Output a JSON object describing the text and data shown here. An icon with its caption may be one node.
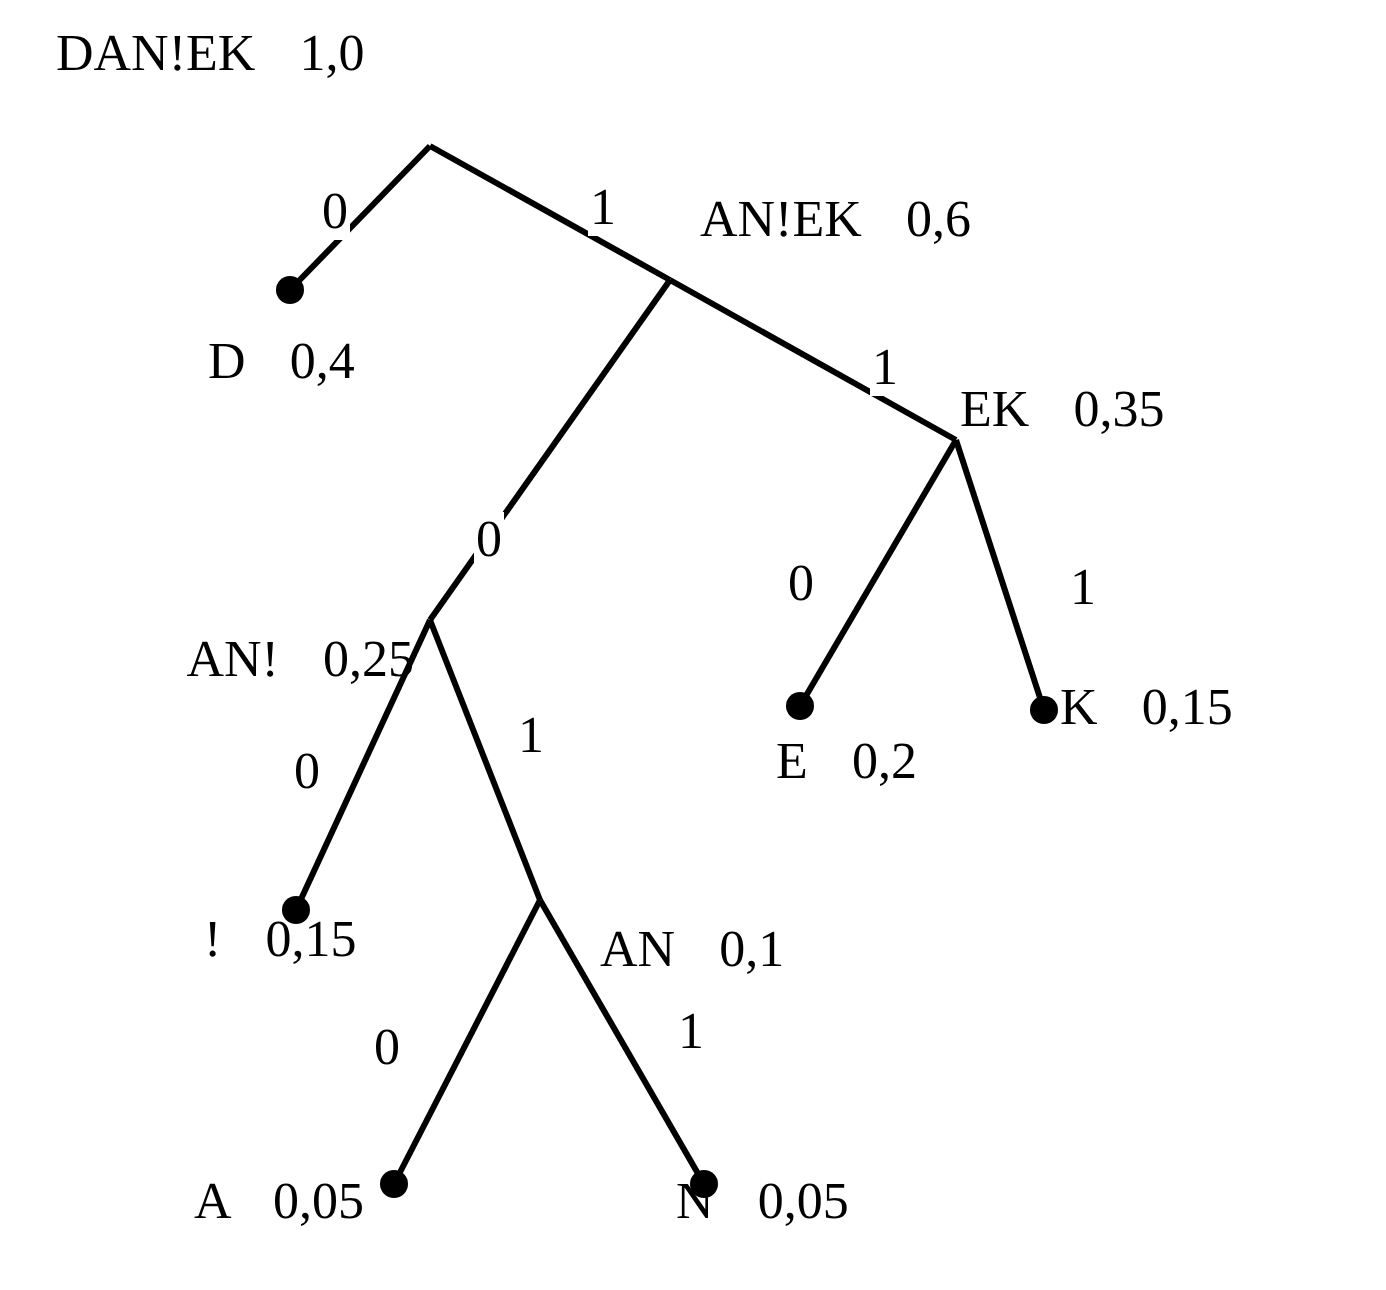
{
  "diagram": {
    "nodes": [
      {
        "text": [
          "DAN!EK 1,0"
        ]
      },
      {
        "text": [
          "AN!EK 0,6"
        ]
      },
      {
        "text": [
          "D 0,4"
        ]
      },
      {
        "text": [
          "EK 0,35"
        ]
      },
      {
        "text": [
          "AN! 0,25"
        ]
      },
      {
        "text": [
          "E 0,2"
        ]
      },
      {
        "text": [
          "K 0,15"
        ]
      },
      {
        "text": [
          "! 0,15"
        ]
      },
      {
        "text": [
          "AN 0,1"
        ]
      },
      {
        "text": [
          "A 0,05"
        ]
      },
      {
        "text": [
          "N 0,05"
        ]
      }
    ],
    "edges": [
      {
        "from": 0,
        "to": 2,
        "arrow": "none",
        "label": "0"
      },
      {
        "from": 0,
        "to": 1,
        "arrow": "none",
        "label": "1"
      },
      {
        "from": 1,
        "to": 4,
        "arrow": "none",
        "label": "0"
      },
      {
        "from": 1,
        "to": 3,
        "arrow": "none",
        "label": "1"
      },
      {
        "from": 3,
        "to": 5,
        "arrow": "none",
        "label": "0"
      },
      {
        "from": 3,
        "to": 6,
        "arrow": "none",
        "label": "1"
      },
      {
        "from": 4,
        "to": 7,
        "arrow": "none",
        "label": "0"
      },
      {
        "from": 4,
        "to": 8,
        "arrow": "none",
        "label": "1"
      },
      {
        "from": 8,
        "to": 9,
        "arrow": "none",
        "label": "0"
      },
      {
        "from": 8,
        "to": 10,
        "arrow": "none",
        "label": "1"
      }
    ]
  }
}
